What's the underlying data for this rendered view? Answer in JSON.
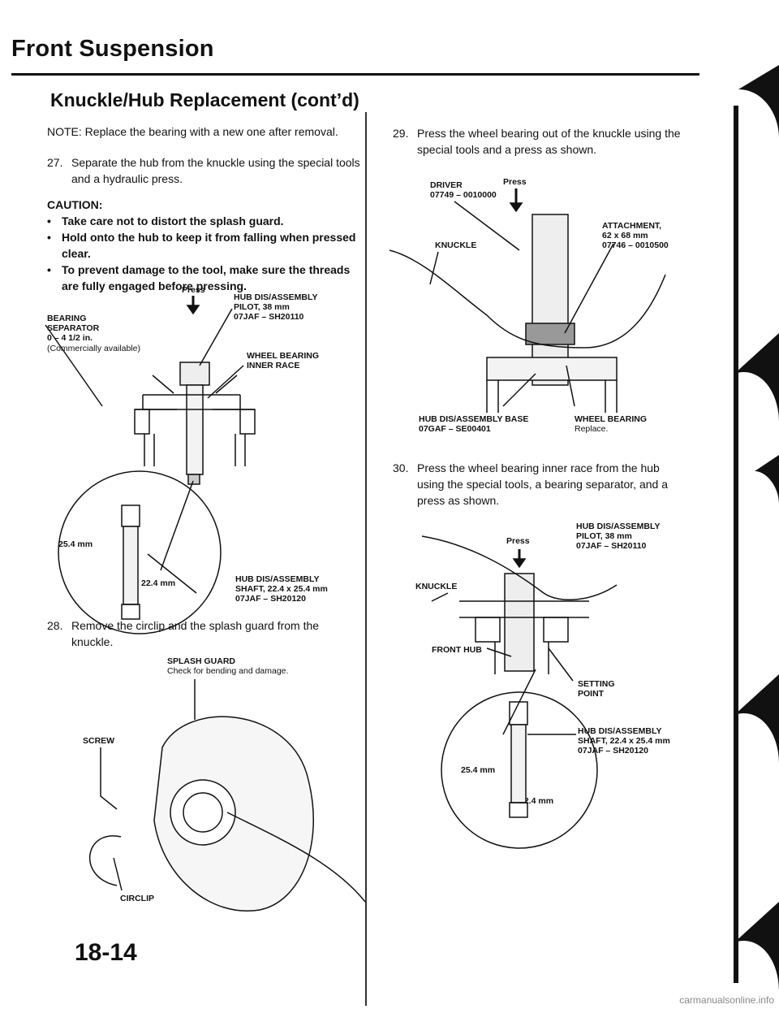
{
  "header": {
    "title": "Front Suspension",
    "subtitle": "Knuckle/Hub Replacement (cont’d)"
  },
  "note": "NOTE: Replace the bearing with a new one after removal.",
  "steps": {
    "s27": {
      "num": "27.",
      "text": "Separate the hub from the knuckle using the special tools and a hydraulic press."
    },
    "s28": {
      "num": "28.",
      "text": "Remove the circlip and the splash guard from the knuckle."
    },
    "s29": {
      "num": "29.",
      "text": "Press the wheel bearing out of the knuckle using the special tools and a press as shown."
    },
    "s30": {
      "num": "30.",
      "text": "Press the wheel bearing inner race from the hub using the special tools, a bearing separator, and a press as shown."
    }
  },
  "caution": {
    "heading": "CAUTION:",
    "items": [
      "Take care not to distort the splash guard.",
      "Hold onto the hub to keep it from falling when pressed clear.",
      "To prevent damage to the tool, make sure the threads are fully engaged before pressing."
    ]
  },
  "fig1": {
    "press": "Press",
    "bearing_separator": "BEARING\nSEPARATOR\n0 – 4 1/2 in.",
    "commercially": "(Commercially available)",
    "pilot": "HUB DIS/ASSEMBLY\nPILOT, 38 mm\n07JAF – SH20110",
    "inner_race": "WHEEL BEARING\nINNER RACE",
    "dim_254": "25.4 mm",
    "dim_224": "22.4 mm",
    "shaft": "HUB DIS/ASSEMBLY\nSHAFT, 22.4 x 25.4 mm\n07JAF – SH20120"
  },
  "fig2": {
    "splash_guard": "SPLASH GUARD",
    "splash_note": "Check for bending and damage.",
    "screw": "SCREW",
    "circlip": "CIRCLIP"
  },
  "fig3": {
    "driver": "DRIVER\n07749 – 0010000",
    "press": "Press",
    "knuckle": "KNUCKLE",
    "attachment": "ATTACHMENT,\n62 x 68 mm\n07746 – 0010500",
    "base": "HUB DIS/ASSEMBLY BASE\n07GAF – SE00401",
    "bearing": "WHEEL BEARING",
    "replace": "Replace."
  },
  "fig4": {
    "pilot": "HUB DIS/ASSEMBLY\nPILOT, 38 mm\n07JAF – SH20110",
    "press": "Press",
    "knuckle": "KNUCKLE",
    "front_hub": "FRONT HUB",
    "setting": "SETTING\nPOINT",
    "dim_254": "25.4 mm",
    "dim_224": "22.4 mm",
    "shaft": "HUB DIS/ASSEMBLY\nSHAFT, 22.4 x 25.4 mm\n07JAF – SH20120"
  },
  "footer": {
    "page": "18-14",
    "watermark": "carmanualsonline.info"
  }
}
